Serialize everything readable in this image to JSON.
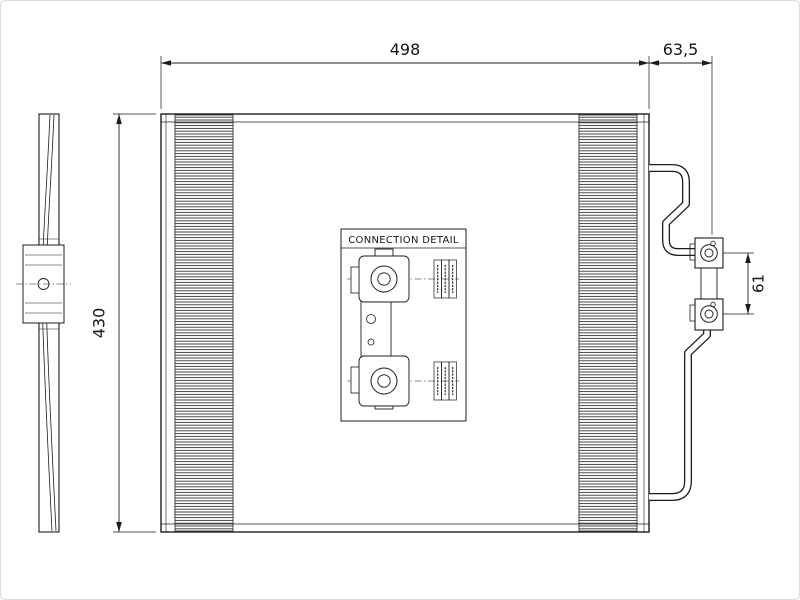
{
  "diagram": {
    "connection_detail_title": "CONNECTION DETAIL",
    "dim_width": "498",
    "dim_depth": "63,5",
    "dim_height": "430",
    "dim_port_spacing": "61",
    "line_color": "#1c1c1c"
  }
}
